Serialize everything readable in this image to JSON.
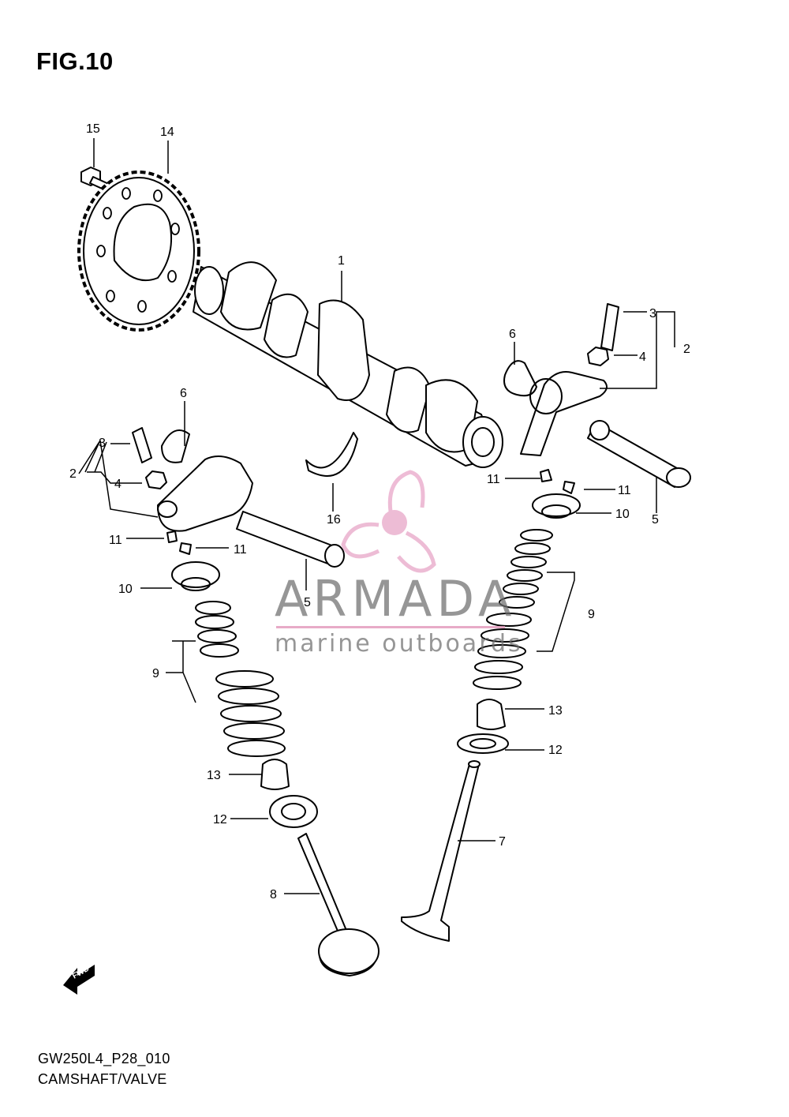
{
  "figure": {
    "title": "FIG.10",
    "code": "GW250L4_P28_010",
    "caption": "CAMSHAFT/VALVE"
  },
  "watermark": {
    "brand": "ARMADA",
    "tagline": "marine outboards",
    "logo": "propeller-logo",
    "color": "#e8a6c8"
  },
  "fwd_arrow": {
    "label": "FWD"
  },
  "callouts": {
    "c1": "1",
    "c2_right": "2",
    "c2_left": "2",
    "c3_right": "3",
    "c3_left": "3",
    "c4_right": "4",
    "c4_left": "4",
    "c5_right": "5",
    "c5_left": "5",
    "c6_right": "6",
    "c6_left": "6",
    "c7": "7",
    "c8": "8",
    "c9_right": "9",
    "c9_left": "9",
    "c10_right": "10",
    "c10_left": "10",
    "c11_r1": "11",
    "c11_r2": "11",
    "c11_l1": "11",
    "c11_l2": "11",
    "c12_right": "12",
    "c12_left": "12",
    "c13_right": "13",
    "c13_left": "13",
    "c14": "14",
    "c15": "15",
    "c16": "16"
  }
}
